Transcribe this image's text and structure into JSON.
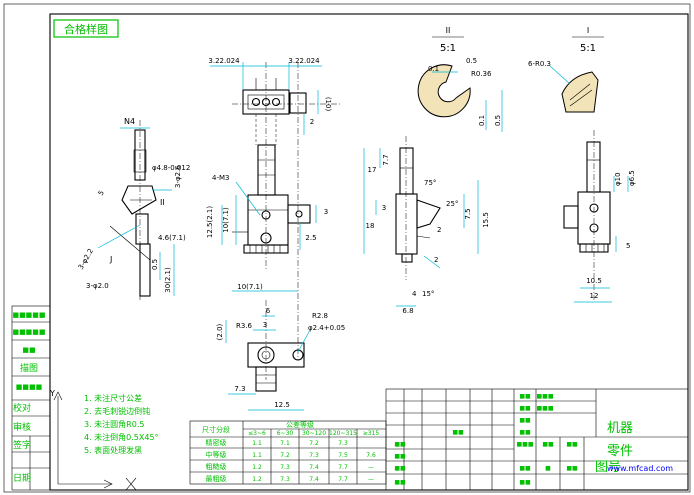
{
  "stamp_title": "合格样图",
  "dimensions": {
    "top_left": "3.22.024",
    "top_right": "3.22.024",
    "n4": "N4",
    "phi48": "φ4.8-0.012",
    "four_m3": "4-M3",
    "d10": "(10)",
    "d2a": "2",
    "d3a": "3",
    "d12_5": "12.5(2.1)",
    "d10_7": "10(7.1)",
    "d2_5": "2.5",
    "d4_6": "4.6(7.1)",
    "d0_5": "0.5",
    "d30": "30(2.1)",
    "three_phi2": "3-φ2.2",
    "three_phi20": "3-φ2.0",
    "phi26": "3-φ2.6",
    "d10_71": "10(7.1)",
    "r36": "R3.6",
    "r28": "R2.8",
    "phi24": "φ2.4+0.05",
    "d6": "6",
    "d3b": "3",
    "d2_0": "(2.0)",
    "d7_3": "7.3",
    "d12_5b": "12.5",
    "d17": "17",
    "d7_7": "7.7",
    "d3c": "3",
    "d18": "18",
    "d2b": "2",
    "d7_5": "7.5",
    "d15_5": "15.5",
    "a75": "75°",
    "a25": "25°",
    "d2c": "2",
    "d4": "4",
    "a15": "15°",
    "d6_8": "6.8",
    "sec1_label": "II",
    "sec1_scale": "5:1",
    "sec1_d01": "0.1",
    "sec1_d05": "0.5",
    "sec1_r": "R0.36",
    "sec1_v01": "0.1",
    "sec1_v05": "0.5",
    "sec2_label": "I",
    "sec2_scale": "5:1",
    "sec2_r": "6-R0.3",
    "r_phi1": "φ10",
    "r_phi2": "φ6.5",
    "r_d5": "5",
    "r_d10_5": "10.5",
    "r_d12": "12",
    "j_label": "J",
    "ii_label": "II"
  },
  "notes": [
    "1. 未注尺寸公差",
    "2. 去毛刺锐边倒钝",
    "3. 未注圆角R0.5",
    "4. 未注倒角0.5X45°",
    "5. 表面处理发黑"
  ],
  "tolerance_table": {
    "header_left": "尺寸分段",
    "header_mid": "公差等级",
    "columns": [
      "≤3~6",
      "6~30",
      "30~120",
      "120~315",
      "≥315"
    ],
    "rows": [
      {
        "label": "精密级",
        "values": [
          "1.1",
          "7.1",
          "7.2",
          "7.3",
          ""
        ]
      },
      {
        "label": "中等级",
        "values": [
          "1.1",
          "7.2",
          "7.3",
          "7.5",
          "7.6"
        ]
      },
      {
        "label": "粗糙级",
        "values": [
          "1.2",
          "7.3",
          "7.4",
          "7.7",
          "—"
        ]
      },
      {
        "label": "最粗级",
        "values": [
          "1.2",
          "7.3",
          "7.4",
          "7.7",
          "—"
        ]
      }
    ]
  },
  "side_labels": [
    "描图",
    "校对",
    "审核",
    "签字",
    "日期"
  ],
  "title_block": {
    "name1": "机器",
    "name2": "零件",
    "name3": "图号"
  },
  "watermark": "www.mfcad.com"
}
